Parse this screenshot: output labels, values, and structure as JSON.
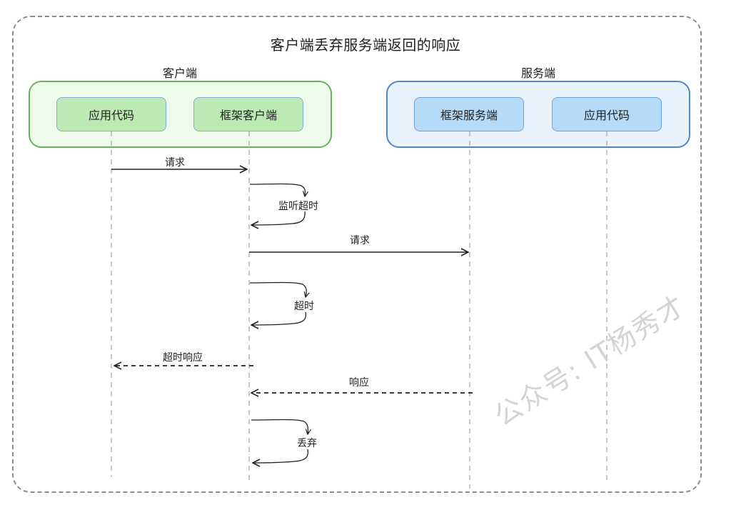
{
  "title": "客户端丢弃服务端返回的响应",
  "groups": {
    "client": {
      "label": "客户端",
      "actors": [
        "应用代码",
        "框架客户端"
      ]
    },
    "server": {
      "label": "服务端",
      "actors": [
        "框架服务端",
        "应用代码"
      ]
    }
  },
  "messages": [
    {
      "label": "请求",
      "from": "应用代码(客户端)",
      "to": "框架客户端",
      "style": "solid"
    },
    {
      "label": "监听超时",
      "from": "框架客户端",
      "to": "框架客户端",
      "style": "self"
    },
    {
      "label": "请求",
      "from": "框架客户端",
      "to": "框架服务端",
      "style": "solid"
    },
    {
      "label": "超时",
      "from": "框架客户端",
      "to": "框架客户端",
      "style": "self"
    },
    {
      "label": "超时响应",
      "from": "框架客户端",
      "to": "应用代码(客户端)",
      "style": "dashed"
    },
    {
      "label": "响应",
      "from": "框架服务端",
      "to": "框架客户端",
      "style": "dashed"
    },
    {
      "label": "丢弃",
      "from": "框架客户端",
      "to": "框架客户端",
      "style": "self"
    }
  ],
  "watermark": "公众号: IT杨秀才",
  "colors": {
    "client_group_fill": "#eefaea",
    "client_group_border": "#66b35a",
    "client_actor_fill": "#bde9b5",
    "server_group_fill": "#e8f2fc",
    "server_group_border": "#4f86c6",
    "server_actor_fill": "#b6dbf8"
  }
}
